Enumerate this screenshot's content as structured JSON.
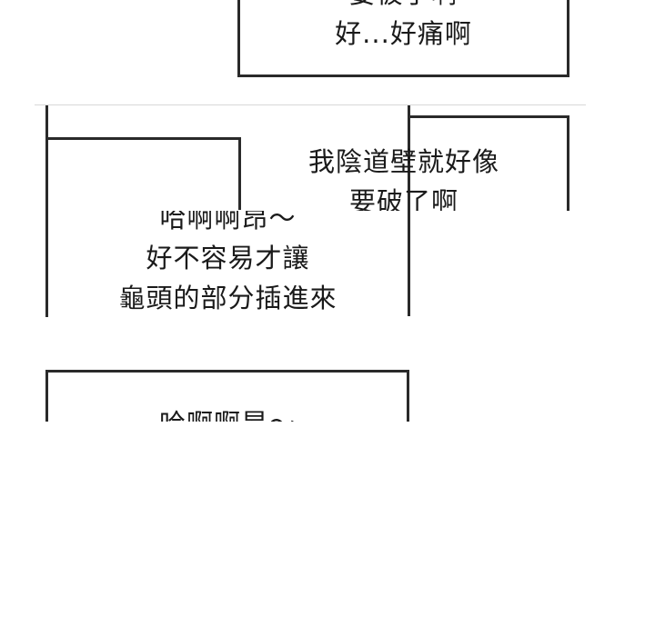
{
  "panels": {
    "top": {
      "line_cut": "要被了啊",
      "line2": "好...好痛啊"
    },
    "right": {
      "line1": "我陰道壁就好像",
      "line2": "要破了啊"
    },
    "left": {
      "line_cut": "哈啊啊昂～",
      "line2": "好不容易才讓",
      "line3": "龜頭的部分插進來"
    },
    "bottom": {
      "line_cut": "哈啊啊昂～"
    }
  }
}
